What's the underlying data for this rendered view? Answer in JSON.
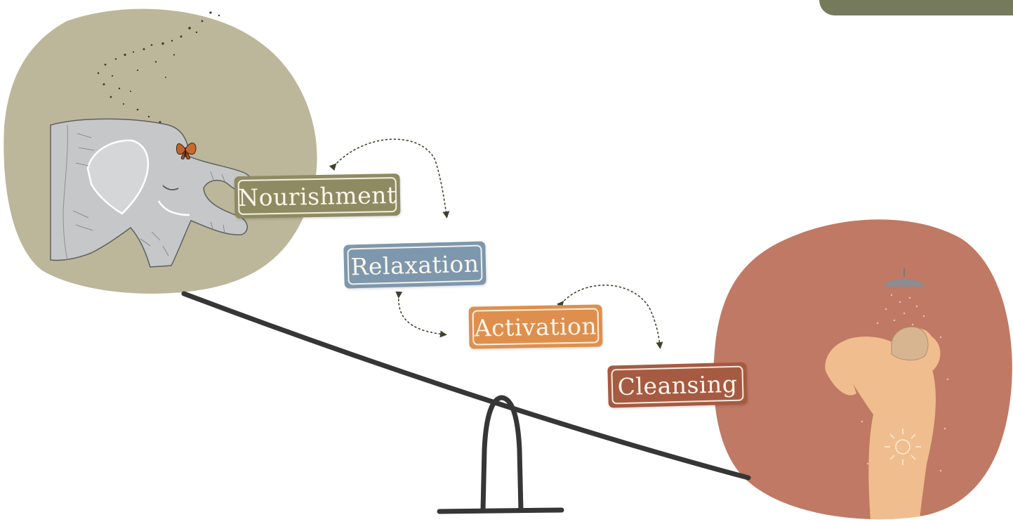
{
  "labels": {
    "nourishment": "Nourishment",
    "relaxation": "Relaxation",
    "activation": "Activation",
    "cleansing": "Cleansing"
  },
  "icons": {
    "left_illustration": "elephant-with-butterfly-illustration",
    "right_illustration": "person-in-shower-illustration",
    "balance": "seesaw-icon"
  },
  "colors": {
    "corner_tab": "#767a5d",
    "left_blob": "#bcb79a",
    "right_blob": "#c07964",
    "nourishment": "#8e8b62",
    "relaxation": "#7d97ad",
    "activation": "#df8f4d",
    "cleansing": "#a65a42",
    "seesaw": "#363636",
    "arrow": "#3f432e"
  }
}
